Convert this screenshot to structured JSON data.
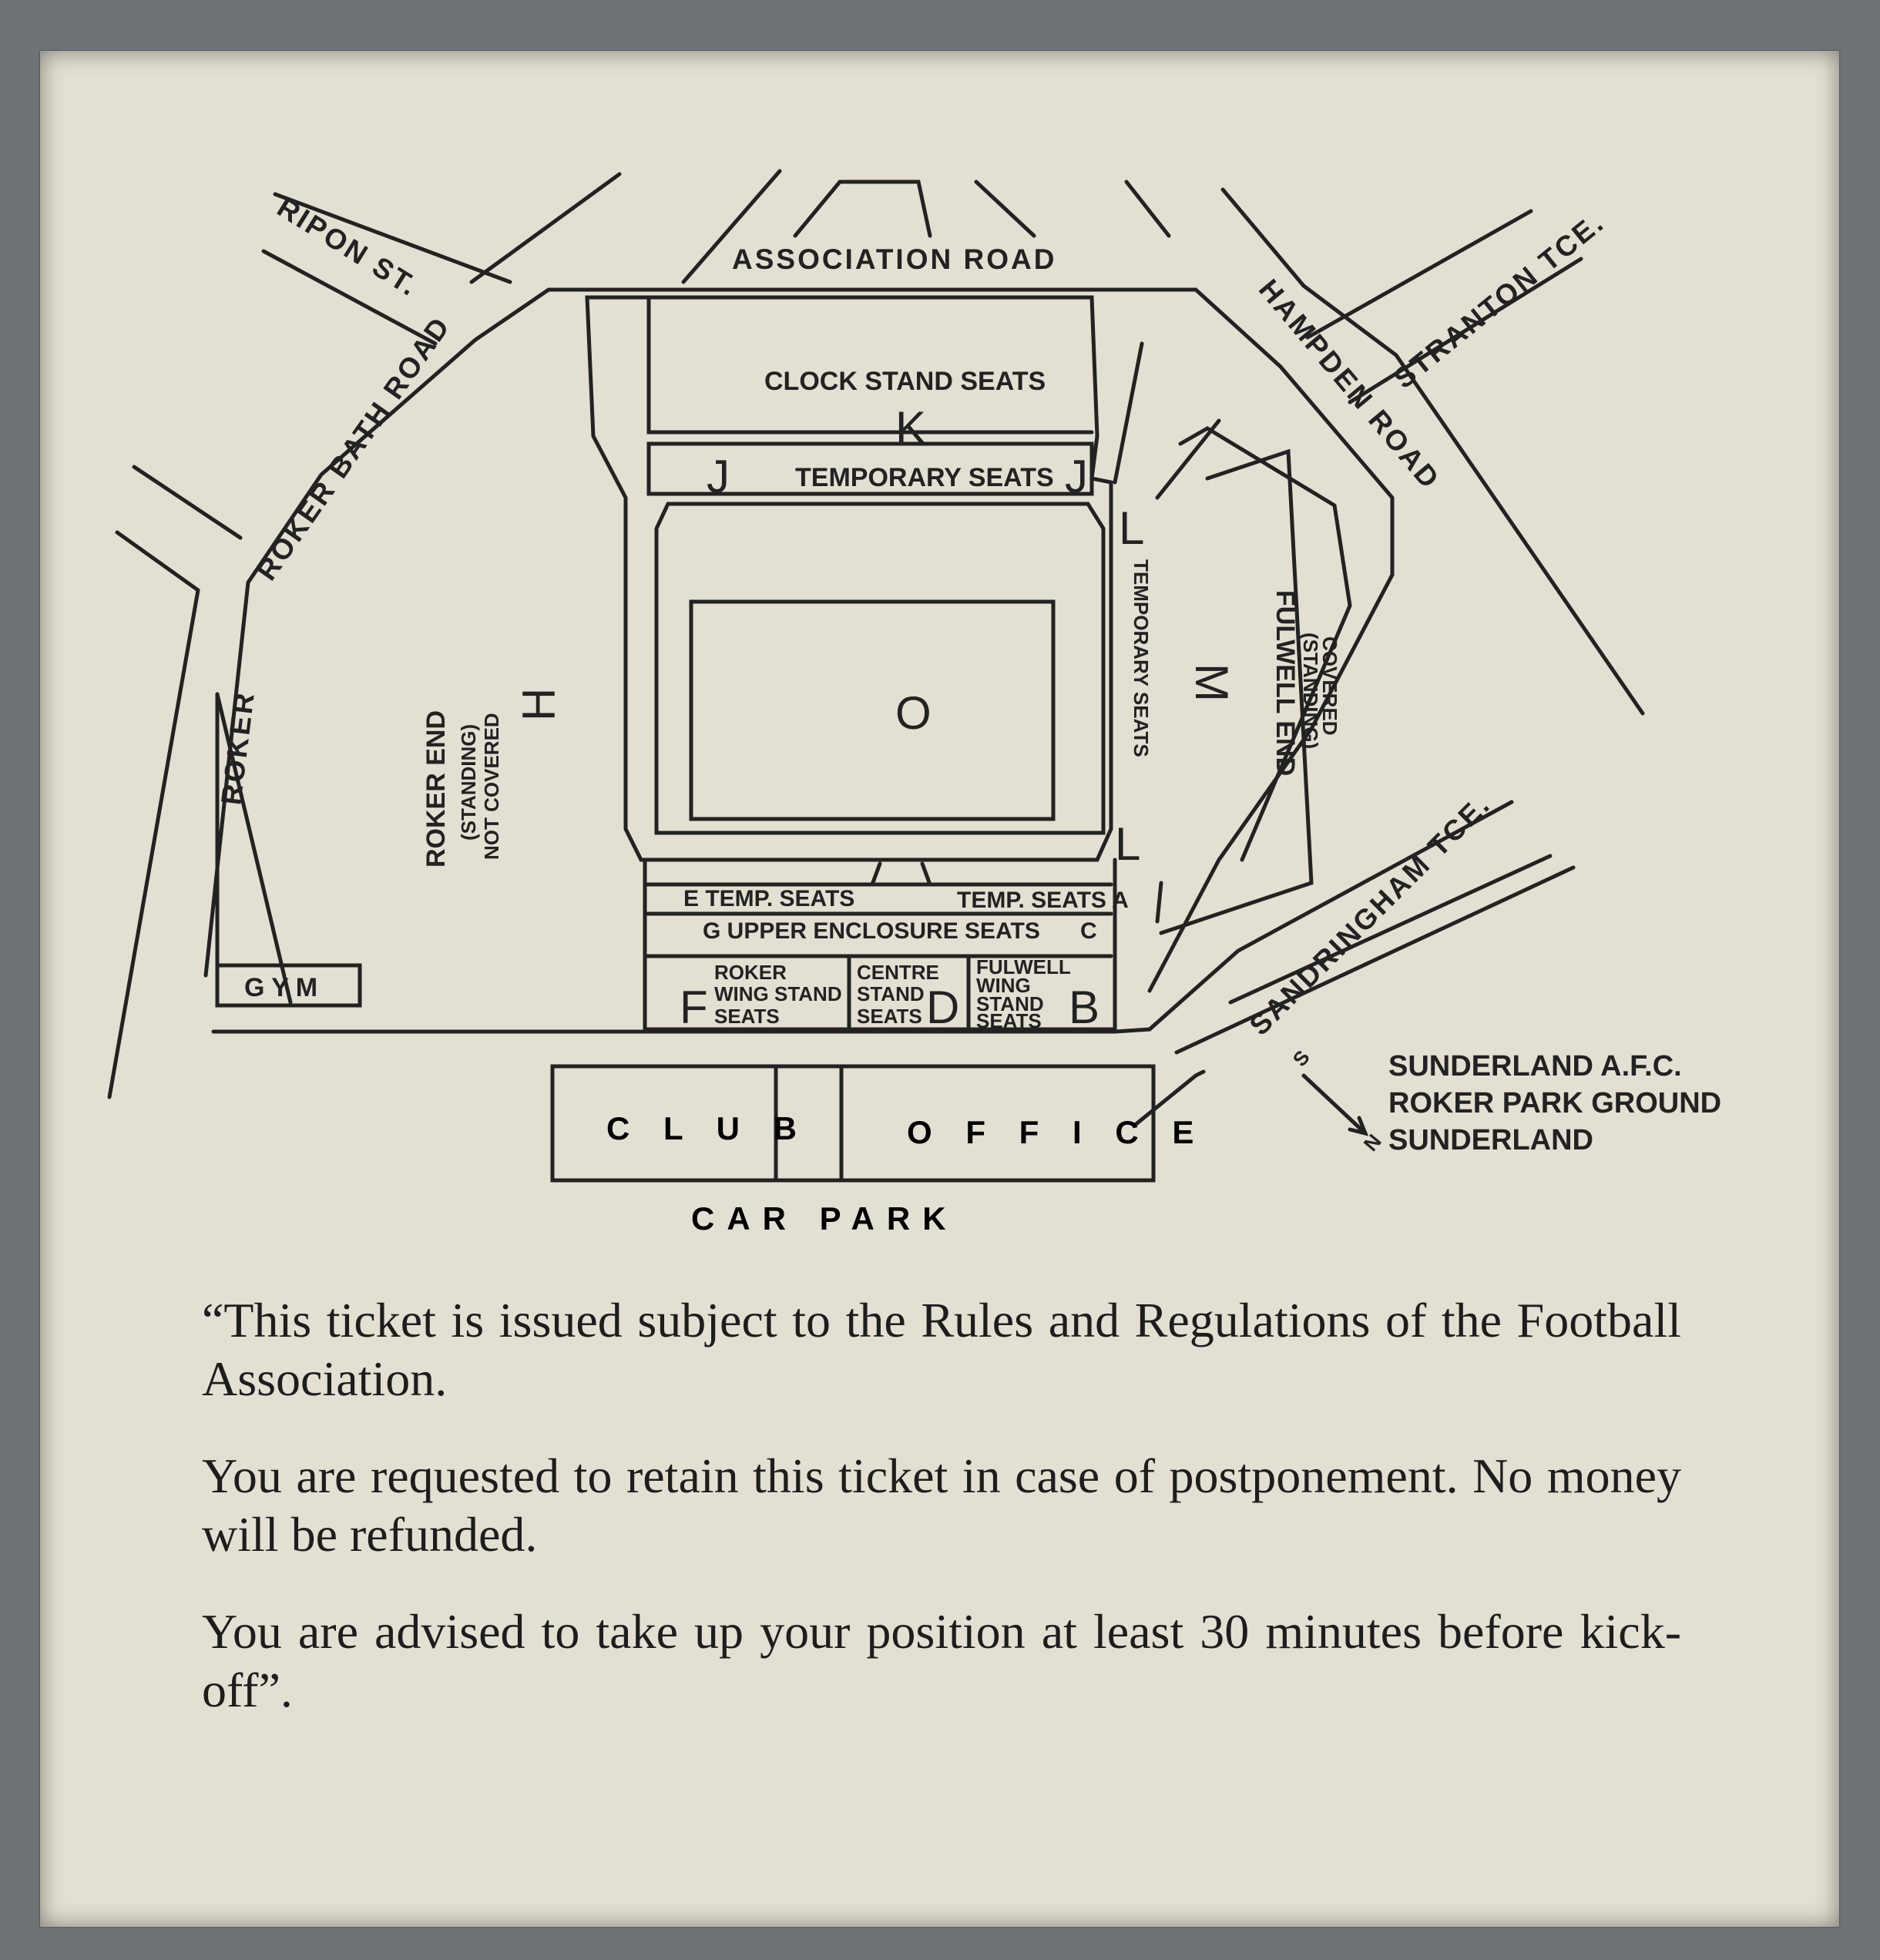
{
  "map": {
    "roads": {
      "association": "ASSOCIATION  ROAD",
      "ripon": "RIPON  ST.",
      "roker_bath": "ROKER  BATH  ROAD",
      "hampden": "HAMPDEN  ROAD",
      "stranton": "STRANTON TCE.",
      "sandringham": "SANDRINGHAM TCE."
    },
    "stands": {
      "clock": "CLOCK  STAND  SEATS",
      "k": "K",
      "j_left": "J",
      "j_right": "J",
      "temporary_seats": "TEMPORARY SEATS",
      "o": "O",
      "h": "H",
      "roker_end": "ROKER  END",
      "roker_end_standing": "(STANDING)",
      "roker_end_cover": "NOT COVERED",
      "l_top": "L",
      "l_bottom": "L",
      "l_temporary": "TEMPORARY  SEATS",
      "m": "M",
      "fulwell_end": "FULWELL END",
      "fulwell_standing": "(STANDING)",
      "fulwell_cover": "COVERED",
      "e_temp": "E  TEMP. SEATS",
      "a_temp": "TEMP. SEATS  A",
      "g_upper": "G   UPPER  ENCLOSURE  SEATS",
      "c": "C",
      "f": "F",
      "roker_wing_1": "ROKER",
      "roker_wing_2": "WING STAND",
      "roker_wing_3": "SEATS",
      "centre_1": "CENTRE",
      "centre_2": "STAND",
      "centre_3": "SEATS",
      "d": "D",
      "fulwell_wing_1": "FULWELL",
      "fulwell_wing_2": "WING",
      "fulwell_wing_3": "STAND",
      "fulwell_wing_4": "SEATS",
      "b": "B",
      "gym": "G Y M",
      "club": "C L U B",
      "office": "O F F I C E",
      "car_park": "CAR   PARK"
    },
    "compass": {
      "s": "S",
      "n": "N"
    },
    "ground": {
      "line1": "SUNDERLAND A.F.C.",
      "line2": "ROKER PARK GROUND",
      "line3": "SUNDERLAND"
    }
  },
  "terms": {
    "p1": "“This ticket is issued subject to the Rules and Regulations of the Football Association.",
    "p2": "You are requested to retain this ticket in case of postponement. No money will be refunded.",
    "p3": "You are advised to take up your position at least 30 minutes before kick-off”."
  },
  "colors": {
    "paper": "#e3dfd3",
    "ink": "#222222",
    "background": "#6f7378"
  }
}
